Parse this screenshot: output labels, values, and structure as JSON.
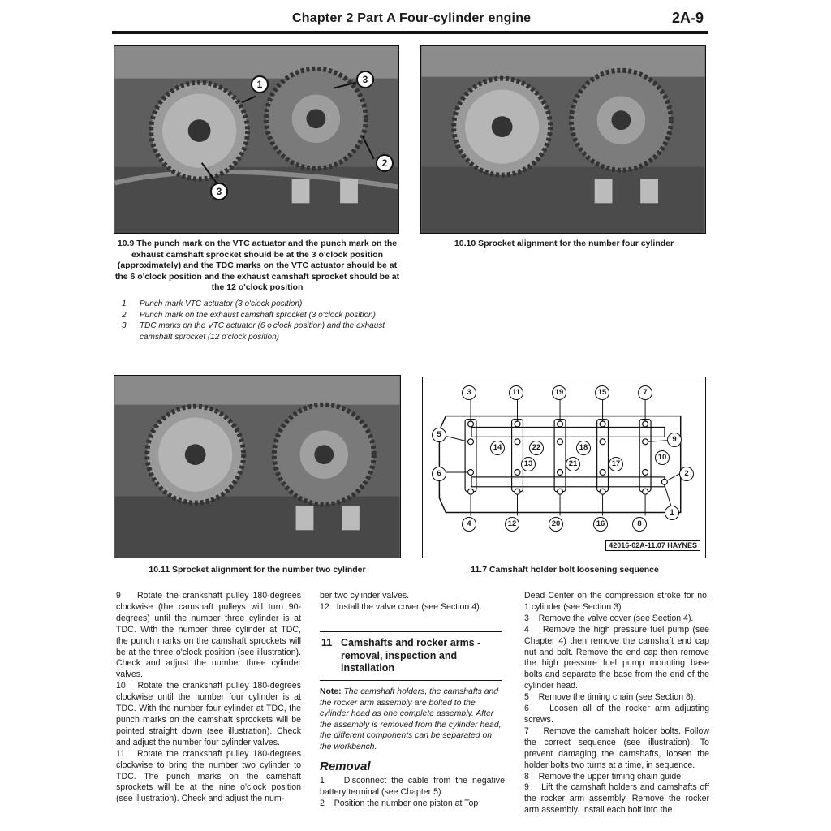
{
  "header": {
    "title": "Chapter 2 Part A  Four-cylinder engine",
    "page_number": "2A-9"
  },
  "photos": {
    "fig_10_9": {
      "callouts": [
        "1",
        "3",
        "2",
        "3"
      ],
      "caption": "10.9 The punch mark on the VTC actuator and the punch mark on the exhaust camshaft sprocket should be at the 3 o'clock position (approximately) and the TDC marks on the VTC actuator should be at the 6 o'clock position and the exhaust camshaft sprocket should be at the 12 o'clock position"
    },
    "fig_10_10": {
      "caption": "10.10 Sprocket alignment for the number four cylinder"
    },
    "fig_10_11": {
      "caption": "10.11 Sprocket alignment for the number two cylinder"
    }
  },
  "legend": [
    {
      "num": "1",
      "text": "Punch mark VTC actuator (3 o'clock position)"
    },
    {
      "num": "2",
      "text": "Punch mark on the exhaust camshaft sprocket (3 o'clock position)"
    },
    {
      "num": "3",
      "text": "TDC marks on the VTC actuator (6 o'clock position) and the exhaust camshaft sprocket (12 o'clock position)"
    }
  ],
  "diagram": {
    "caption": "11.7 Camshaft holder bolt loosening sequence",
    "figure_code": "42016-02A-11.07 HAYNES",
    "top_labels": [
      "3",
      "11",
      "19",
      "15",
      "7"
    ],
    "bottom_labels": [
      "4",
      "12",
      "20",
      "16",
      "8",
      "1"
    ],
    "left_labels": [
      "5",
      "6"
    ],
    "right_labels": [
      "9",
      "2"
    ],
    "inner_labels": [
      "14",
      "22",
      "18",
      "13",
      "21",
      "17",
      "10"
    ]
  },
  "col1": [
    "9    Rotate the crankshaft pulley 180-degrees clockwise (the camshaft pulleys will turn 90-degrees) until the number three cylinder is at TDC. With the number three cylinder at TDC, the punch marks on the camshaft sprockets will be at the three o'clock position (see illustration). Check and adjust the number three cylinder valves.",
    "10   Rotate the crankshaft pulley 180-degrees clockwise until the number four cylinder is at TDC. With the number four cylinder at TDC, the punch marks on the camshaft sprockets will be pointed straight down (see illustration). Check and adjust the number four cylinder valves.",
    "11   Rotate the crankshaft pulley 180-degrees clockwise to bring the number two cylinder to TDC. The punch marks on the camshaft sprockets will be at the nine o'clock position (see illustration). Check and adjust the num-"
  ],
  "col2_top": [
    "ber two cylinder valves.",
    "12   Install the valve cover (see Section 4)."
  ],
  "section": {
    "number": "11",
    "title": "Camshafts and rocker arms - removal, inspection and installation"
  },
  "note": {
    "label": "Note:",
    "text": " The camshaft holders, the camshafts and the rocker arm assembly are bolted to the cylinder head as one complete assembly. After the assembly is removed from the cylinder head, the different components can be separated on the workbench."
  },
  "removal_heading": "Removal",
  "col2_bottom": [
    "1    Disconnect the cable from the negative battery terminal (see Chapter 5).",
    "2    Position the number one piston at Top"
  ],
  "col3": [
    "Dead Center on the compression stroke for no. 1 cylinder (see Section 3).",
    "3    Remove the valve cover (see Section 4).",
    "4    Remove the high pressure fuel pump (see Chapter 4) then remove the camshaft end cap nut and bolt. Remove the end cap then remove the high pressure fuel pump mounting base bolts and separate the base from the end of the cylinder head.",
    "5    Remove the timing chain (see Section 8).",
    "6    Loosen all of the rocker arm adjusting screws.",
    "7    Remove the camshaft holder bolts. Follow the correct sequence (see illustration). To prevent damaging the camshafts, loosen the holder bolts two turns at a time, in sequence.",
    "8    Remove the upper timing chain guide.",
    "9    Lift the camshaft holders and camshafts off the rocker arm assembly. Remove the rocker arm assembly. Install each bolt into the"
  ]
}
